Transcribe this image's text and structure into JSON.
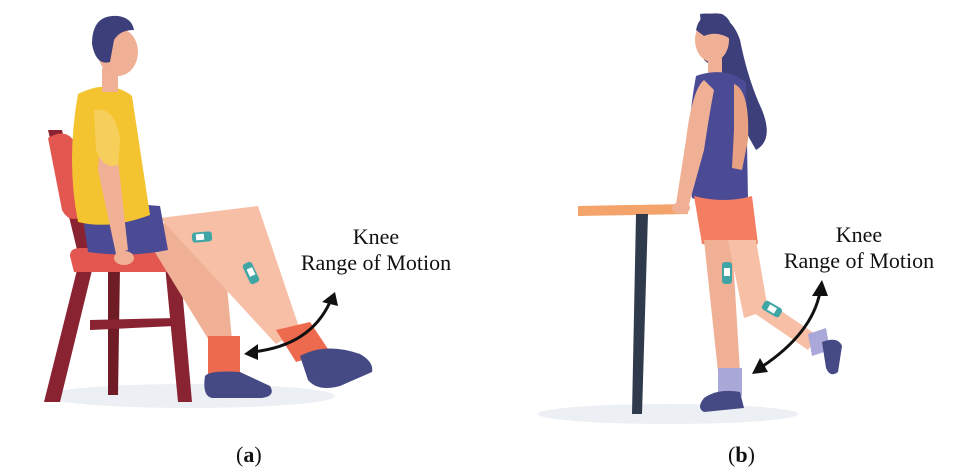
{
  "figure": {
    "panel_a": {
      "label_line1": "Knee",
      "label_line2": "Range of Motion",
      "caption_open": "(",
      "caption_letter": "a",
      "caption_close": ")"
    },
    "panel_b": {
      "label_line1": "Knee",
      "label_line2": "Range of Motion",
      "caption_open": "(",
      "caption_letter": "b",
      "caption_close": ")"
    }
  },
  "colors": {
    "chair": "#8a2331",
    "chair_seat": "#e2574f",
    "shirt": "#f4c430",
    "shorts_a": "#4b4a94",
    "skin": "#f0b095",
    "sock": "#ee6a4f",
    "shoe": "#454a85",
    "hair": "#3c3f7a",
    "top_b": "#4b4a94",
    "shorts_b": "#f47e62",
    "sock_b": "#a9a8d8",
    "table_top": "#f4a36b",
    "table_leg": "#2f3b4c",
    "sensor": "#3fa6a5",
    "arrow": "#111111"
  }
}
